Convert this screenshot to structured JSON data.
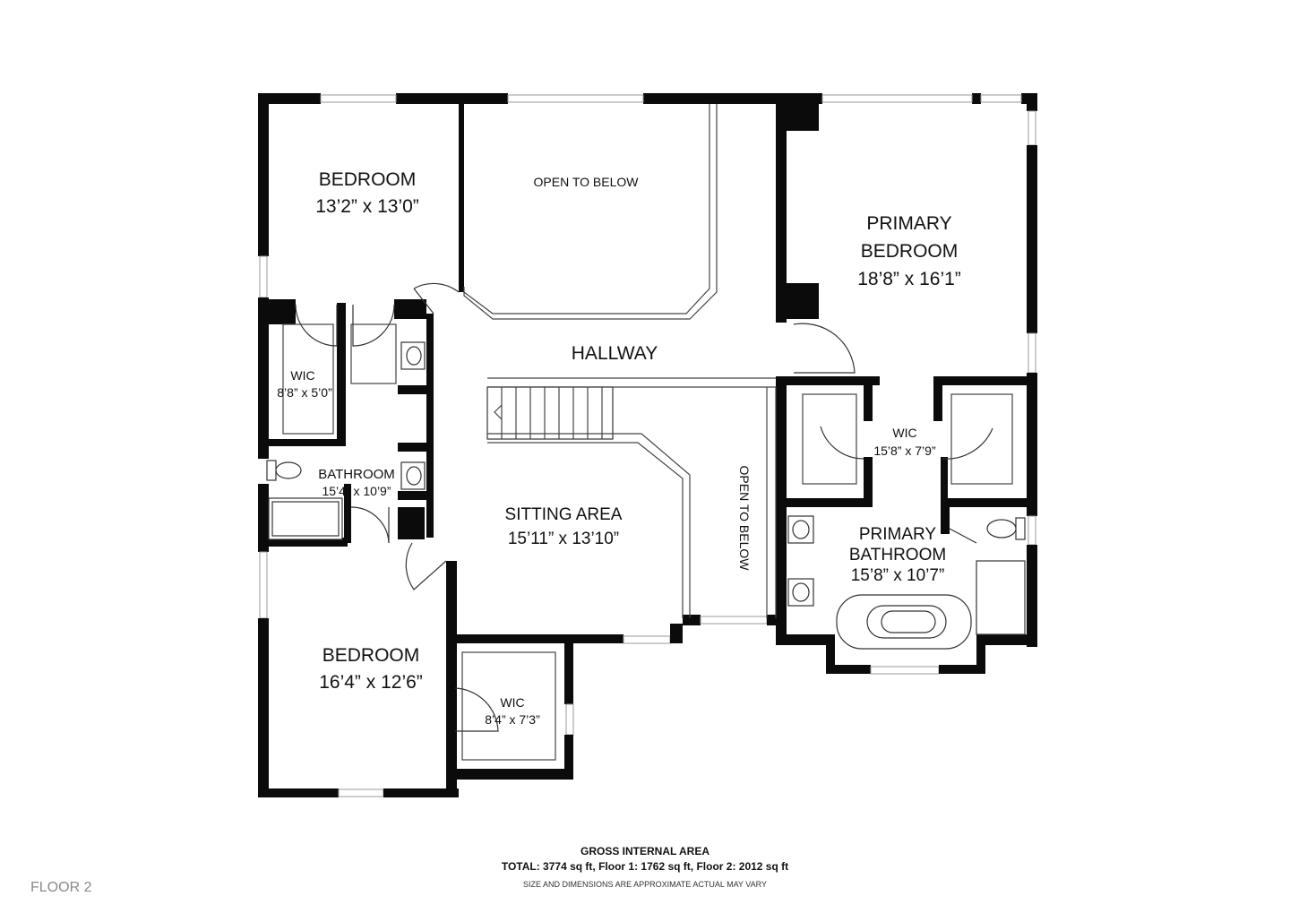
{
  "rooms": {
    "bedroom_top": {
      "name": "BEDROOM",
      "dims": "13’2” x 13’0”"
    },
    "open_below_top": {
      "name": "OPEN TO BELOW"
    },
    "primary_bedroom": {
      "name1": "PRIMARY",
      "name2": "BEDROOM",
      "dims": "18’8” x 16’1”"
    },
    "hallway": {
      "name": "HALLWAY"
    },
    "wic_left": {
      "name": "WIC",
      "dims": "8’8” x 5’0”"
    },
    "bathroom": {
      "name": "BATHROOM",
      "dims": "15’4” x 10’9”"
    },
    "sitting_area": {
      "name": "SITTING AREA",
      "dims": "15’11” x 13’10”"
    },
    "open_below_side": {
      "name": "OPEN TO BELOW"
    },
    "wic_primary": {
      "name": "WIC",
      "dims": "15’8” x 7’9”"
    },
    "primary_bathroom": {
      "name1": "PRIMARY",
      "name2": "BATHROOM",
      "dims": "15’8” x 10’7”"
    },
    "bedroom_bottom": {
      "name": "BEDROOM",
      "dims": "16’4” x 12’6”"
    },
    "wic_bottom": {
      "name": "WIC",
      "dims": "8’4” x 7’3”"
    }
  },
  "footer": {
    "heading": "GROSS INTERNAL AREA",
    "total": "TOTAL: 3774 sq ft, Floor 1: 1762 sq ft, Floor 2: 2012 sq ft",
    "disclaimer": "SIZE AND DIMENSIONS ARE APPROXIMATE ACTUAL MAY VARY"
  },
  "floor_label": "FLOOR 2",
  "colors": {
    "wall": "#0b0b0b",
    "background": "#ffffff",
    "floor_label": "#8a8a8a"
  }
}
